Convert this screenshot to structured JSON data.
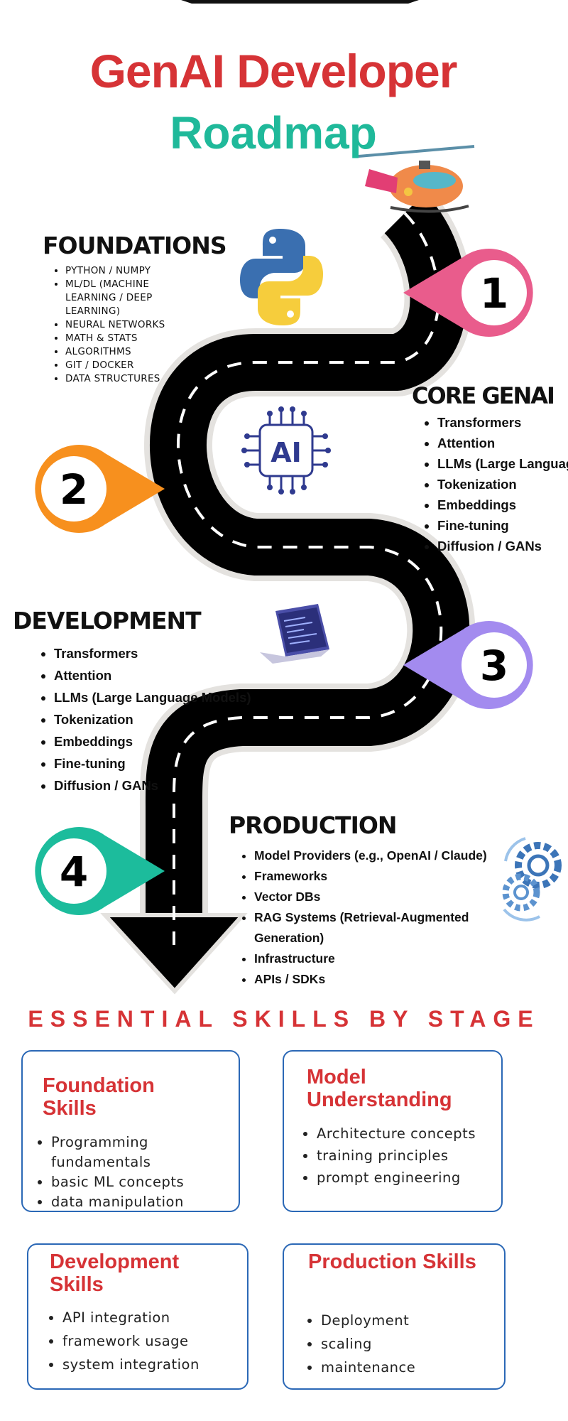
{
  "title": {
    "line1": "GenAI Developer",
    "line2": "Roadmap"
  },
  "stages": [
    {
      "number": "1",
      "heading": "FOUNDATIONS",
      "color": "#e95c8c",
      "items": [
        "Python / NumPy",
        "ML/DL (Machine Learning / Deep Learning)",
        "Neural Networks",
        "Math & Stats",
        "Algorithms",
        "Git / Docker",
        "Data Structures"
      ]
    },
    {
      "number": "2",
      "heading": "CORE GENAI",
      "color": "#f7901e",
      "items": [
        "Transformers",
        "Attention",
        "LLMs (Large Language",
        "Tokenization",
        "Embeddings",
        "Fine-tuning",
        "Diffusion / GANs"
      ]
    },
    {
      "number": "3",
      "heading": "DEVELOPMENT",
      "color": "#a38bef",
      "items": [
        "Transformers",
        "Attention",
        "LLMs (Large Language Models)",
        "Tokenization",
        "Embeddings",
        "Fine-tuning",
        "Diffusion / GANs"
      ]
    },
    {
      "number": "4",
      "heading": "PRODUCTION",
      "color": "#1cbc9c",
      "items": [
        "Model Providers (e.g., OpenAI / Claude)",
        "Frameworks",
        "Vector DBs",
        "RAG Systems (Retrieval-Augmented Generation)",
        "Infrastructure",
        "APIs / SDKs"
      ]
    }
  ],
  "ai_chip_label": "AI",
  "skills_section": {
    "title": "ESSENTIAL SKILLS BY STAGE",
    "cards": [
      {
        "title": "Foundation Skills",
        "items": [
          "Programming fundamentals",
          "basic ML concepts",
          "data manipulation"
        ]
      },
      {
        "title": "Model Understanding",
        "items": [
          "Architecture concepts",
          "training principles",
          "prompt engineering"
        ]
      },
      {
        "title": "Development Skills",
        "items": [
          "API integration",
          "framework usage",
          "system integration"
        ]
      },
      {
        "title": "Production Skills",
        "items": [
          "Deployment",
          "scaling",
          "maintenance"
        ]
      }
    ]
  },
  "icons": [
    "helicopter-icon",
    "python-logo-icon",
    "ai-chip-icon",
    "laptop-icon",
    "gears-icon"
  ],
  "colors": {
    "title_red": "#d63336",
    "title_teal": "#1fb99a",
    "card_border": "#2b68b6",
    "road": "#000000"
  }
}
